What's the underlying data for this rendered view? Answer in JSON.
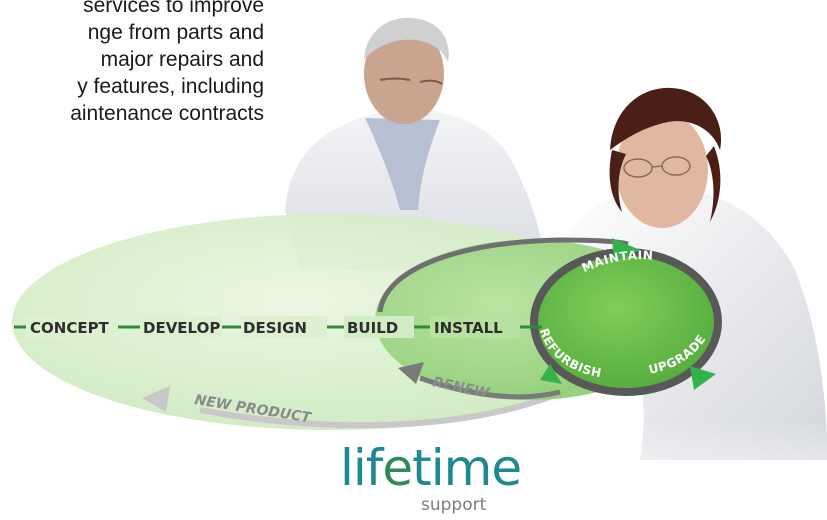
{
  "intro": {
    "lines": [
      "services to improve",
      "nge from parts and",
      "major repairs and",
      "y features, including",
      "aintenance contracts"
    ]
  },
  "lifecycle": {
    "stages": [
      "CONCEPT",
      "DEVELOP",
      "DESIGN",
      "BUILD",
      "INSTALL"
    ],
    "cycle": {
      "maintain": "MAINTAIN",
      "upgrade": "UPGRADE",
      "refurbish": "REFURBISH"
    },
    "renew": "RENEW",
    "new_product": "NEW PRODUCT"
  },
  "logo": {
    "word_start": "lif",
    "word_end": "time",
    "sub": "support"
  },
  "colors": {
    "brand_green": "#2e8b57",
    "light_green": "#8fd26f",
    "logo_teal": "#1d8a91"
  }
}
